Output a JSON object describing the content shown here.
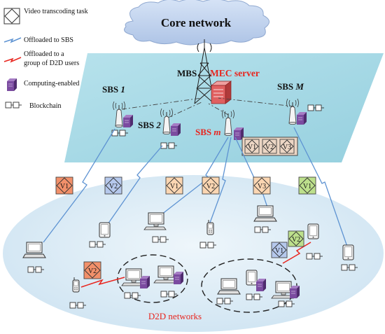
{
  "legend": {
    "task_label": "Video transcoding task",
    "sbs_offload_label": "Offloaded to SBS",
    "d2d_offload_line1": "Offloaded to a",
    "d2d_offload_line2": "group of D2D users",
    "computing_label": "Computing-enabled",
    "blockchain_label": "Blockchain"
  },
  "core_network": {
    "label": "Core network"
  },
  "mbs": {
    "label": "MBS"
  },
  "mec_server": {
    "label": "MEC server"
  },
  "sbs_1": {
    "prefix": "SBS",
    "index": "1"
  },
  "sbs_2": {
    "prefix": "SBS",
    "index": "2"
  },
  "sbs_m": {
    "prefix": "SBS",
    "index": "m"
  },
  "sbs_big_m": {
    "prefix": "SBS",
    "index": "M"
  },
  "queue_tasks": [
    "V1",
    "V2",
    "V3"
  ],
  "link_tasks": {
    "t1": "V1",
    "t2": "V2",
    "t3": "V1",
    "t4": "V2",
    "t5": "V3",
    "t6": "V1"
  },
  "d2d_tasks": {
    "left": "V2",
    "right_v1": "V1",
    "right_v2": "V2"
  },
  "d2d_networks": {
    "label": "D2D networks"
  },
  "colors": {
    "sbs_plane": "#a8dbe6",
    "user_plane": "#dcebf5",
    "cloud": "#c2d4ee",
    "red_label": "#e8251e",
    "blue_link": "#5e93d2",
    "red_link": "#e8251e",
    "server_purple": "#7b4ba0",
    "task_red": "#f2906a",
    "task_blue": "#b5c8ec",
    "task_orange": "#fbd6b2",
    "task_green": "#bde08c",
    "task_queue": "#ecd6c4"
  }
}
